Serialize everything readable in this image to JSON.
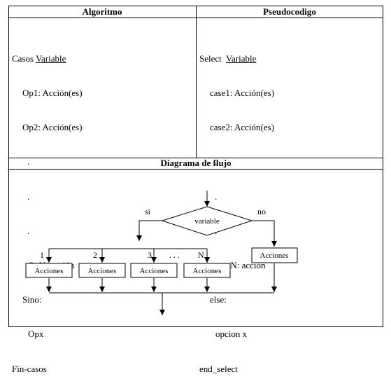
{
  "table": {
    "algoritmo_header": "Algoritmo",
    "pseudocodigo_header": "Pseudocodigo",
    "diagrama_header": "Diagrama de flujo"
  },
  "algoritmo": {
    "line1_prefix": "Casos ",
    "line1_var": "Variable",
    "op1": "Op1: Acción(es)",
    "op2": "Op2: Acción(es)",
    "dot": ".",
    "opn": "OpN: acción",
    "sino": "Sino:",
    "opx": "Opx",
    "fin": "Fin-casos"
  },
  "pseudocodigo": {
    "line1_prefix": "Select  ",
    "line1_var": "Variable",
    "case1": "case1: Acción(es)",
    "case2": "case2: Acción(es)",
    "dot": ".",
    "casen": "caseN: acción",
    "else": "else:",
    "opcion": "opcion x",
    "end": "end_select"
  },
  "flowchart": {
    "decision_label": "variable",
    "yes_label": "si",
    "no_label": "no",
    "case_labels": [
      "1",
      "2",
      "3",
      "N"
    ],
    "ellipsis": ". . .",
    "action_label": "Acciones",
    "else_action_label": "Acciones"
  }
}
